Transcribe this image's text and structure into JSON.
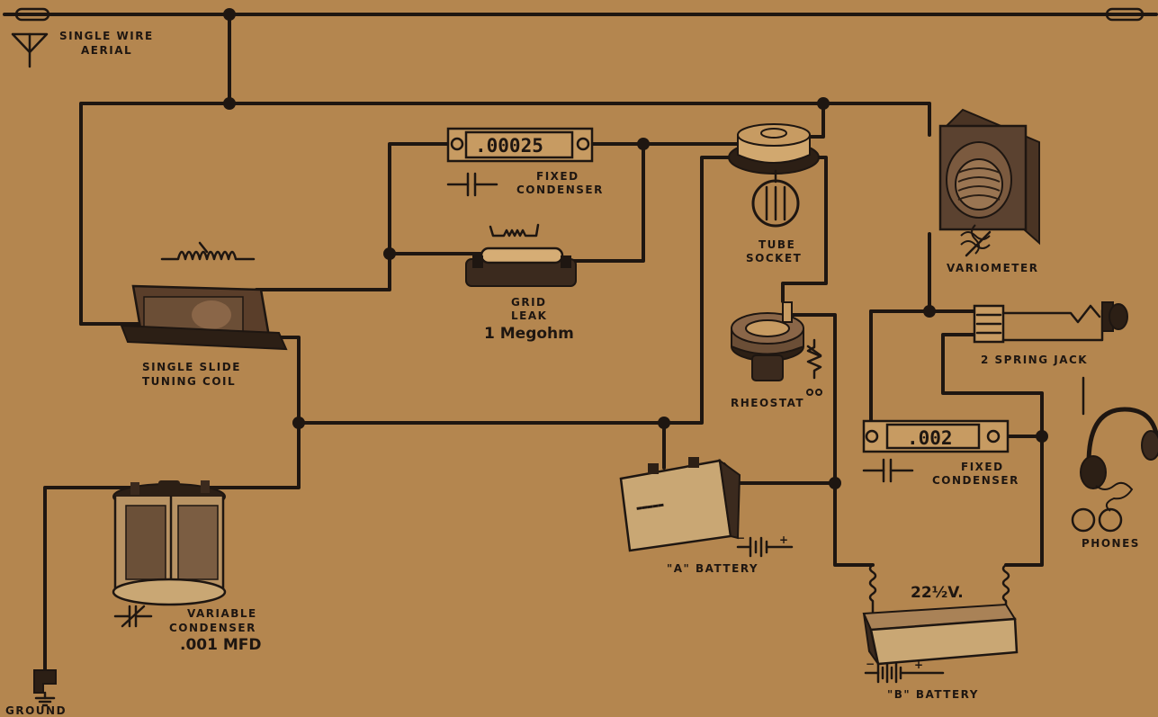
{
  "colors": {
    "background": "#b4864f",
    "ink": "#1e1611"
  },
  "labels": {
    "aerial_line1": "SINGLE WIRE",
    "aerial_line2": "AERIAL",
    "fixed_condenser1_value": ".00025",
    "fixed_condenser1_line1": "FIXED",
    "fixed_condenser1_line2": "CONDENSER",
    "grid_leak_line1": "GRID",
    "grid_leak_line2": "LEAK",
    "grid_leak_value": "1 Megohm",
    "tuning_coil_line1": "SINGLE SLIDE",
    "tuning_coil_line2": "TUNING COIL",
    "tube_socket_line1": "TUBE",
    "tube_socket_line2": "SOCKET",
    "variometer": "VARIOMETER",
    "rheostat": "RHEOSTAT",
    "spring_jack": "2 SPRING JACK",
    "fixed_condenser2_value": ".002",
    "fixed_condenser2_line1": "FIXED",
    "fixed_condenser2_line2": "CONDENSER",
    "phones": "PHONES",
    "a_battery": "\"A\" BATTERY",
    "b_battery_value": "22½V.",
    "b_battery": "\"B\" BATTERY",
    "variable_condenser_line1": "VARIABLE",
    "variable_condenser_line2": "CONDENSER",
    "variable_condenser_value": ".001 MFD",
    "ground": "GROUND"
  },
  "icons": [
    "antenna-icon",
    "capacitor-symbol-icon",
    "inductor-symbol-icon",
    "resistor-symbol-icon",
    "battery-symbol-icon",
    "ground-symbol-icon",
    "tube-icon",
    "headphones-icon"
  ]
}
